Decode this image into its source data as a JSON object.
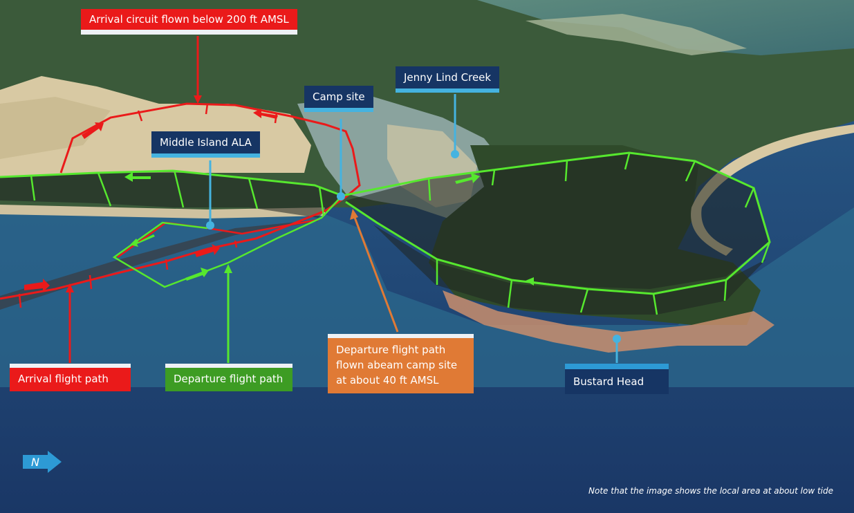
{
  "labels": {
    "arrival_circuit": "Arrival circuit flown below 200 ft AMSL",
    "camp_site": "Camp site",
    "jenny_lind_creek": "Jenny Lind Creek",
    "middle_island_ala": "Middle Island ALA",
    "departure_abeam": "Departure flight path flown abeam camp site at about 40 ft AMSL",
    "arrival_path": "Arrival flight path",
    "departure_path": "Departure flight path",
    "bustard_head": "Bustard Head"
  },
  "north_indicator": "N",
  "note": "Note that the image shows the local area at about low tide",
  "colors": {
    "arrival": "#ea1a1a",
    "departure": "#56e82e",
    "label_navy": "#163564",
    "label_accent": "#45b3e0",
    "label_orange": "#e07a35",
    "label_green": "#3d9c23",
    "sea_deep": "#1c3f6e",
    "sand": "#d8c9a3",
    "vegetation": "#2f4a2a"
  },
  "icons": {
    "north": "north-arrow-icon",
    "flight_direction": "flight-direction-arrow-icon",
    "location_pin": "location-pin-icon"
  }
}
